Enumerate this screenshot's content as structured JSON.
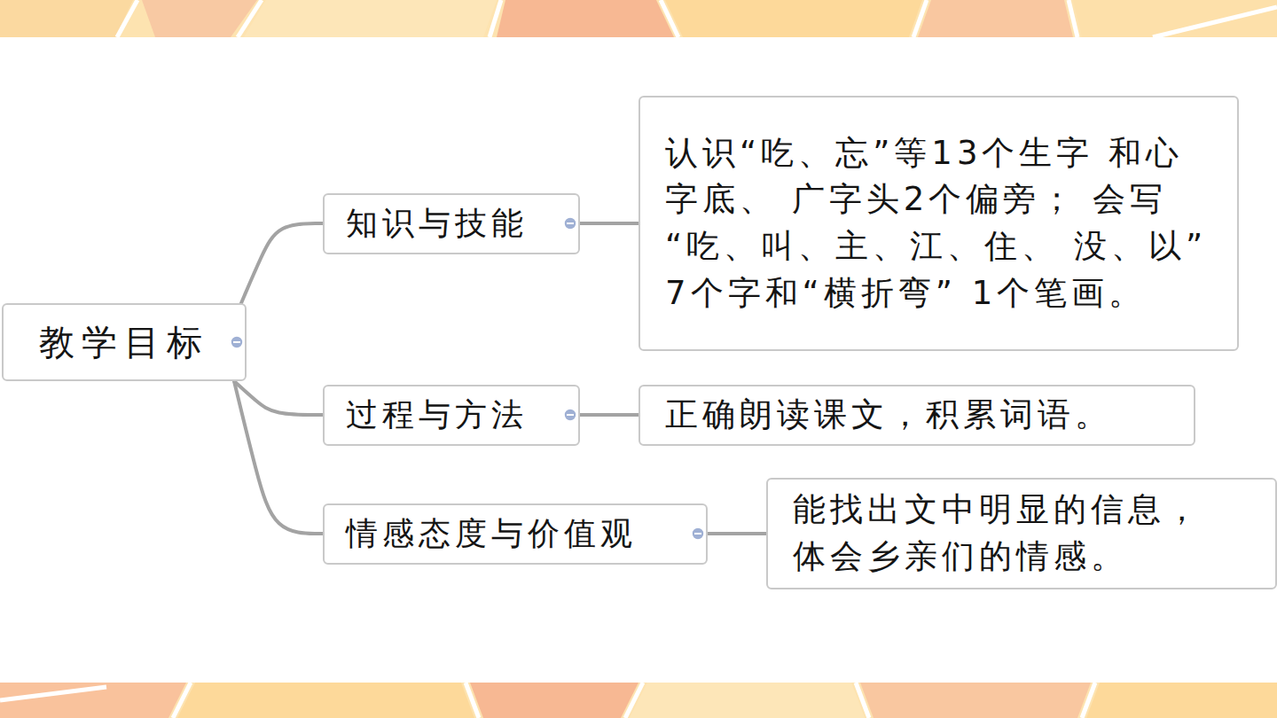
{
  "diagram": {
    "nodes": [
      {
        "text": [
          "教学目标"
        ]
      },
      {
        "text": [
          "知识与技能"
        ]
      },
      {
        "text": [
          "认识“吃、忘”等13个生字 和心字底、 广字头2个偏旁； 会写“吃、叫、主、江、住、 没、以”7个字和“横折弯” 1个笔画。"
        ]
      },
      {
        "text": [
          "过程与方法"
        ]
      },
      {
        "text": [
          "正确朗读课文，积累词语。"
        ]
      },
      {
        "text": [
          "情感态度与价值观"
        ]
      },
      {
        "text": [
          "能找出文中明显的信息， 体会乡亲们的情感。"
        ]
      }
    ],
    "edges": [
      {
        "from": 0,
        "to": 1,
        "arrow": "none"
      },
      {
        "from": 0,
        "to": 3,
        "arrow": "none"
      },
      {
        "from": 0,
        "to": 5,
        "arrow": "none"
      },
      {
        "from": 1,
        "to": 2,
        "arrow": "none"
      },
      {
        "from": 3,
        "to": 4,
        "arrow": "none"
      },
      {
        "from": 5,
        "to": 6,
        "arrow": "none"
      }
    ]
  }
}
